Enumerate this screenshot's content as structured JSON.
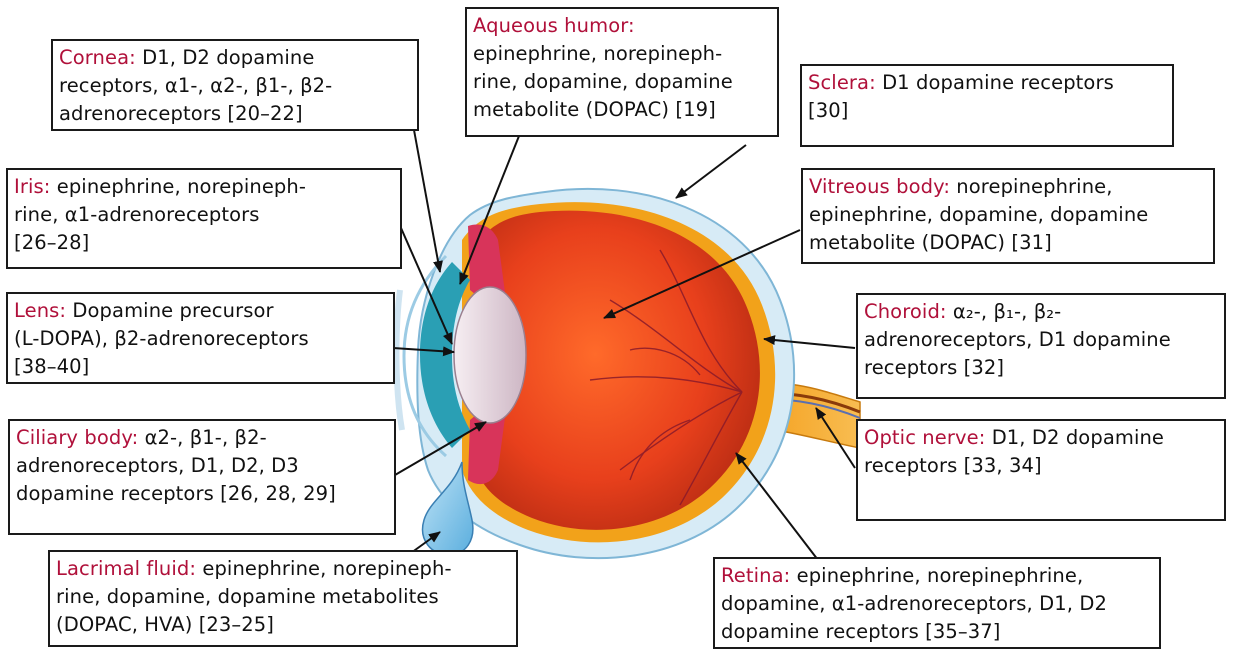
{
  "labels": {
    "cornea": {
      "title": "Cornea:",
      "lines": [
        " D1, D2 dopamine",
        "receptors, α1-, α2-, β1-, β2-",
        "adrenoreceptors [20–22]"
      ]
    },
    "aqueous": {
      "title": "Aqueous humor:",
      "lines": [
        "",
        "epinephrine, norepineph-",
        "rine, dopamine, dopamine",
        "metabolite (DOPAC) [19]"
      ]
    },
    "sclera": {
      "title": "Sclera:",
      "lines": [
        " D1 dopamine receptors",
        "[30]"
      ]
    },
    "iris": {
      "title": "Iris:",
      "lines": [
        " epinephrine, norepineph-",
        "rine, α1-adrenoreceptors",
        "[26–28]"
      ]
    },
    "vitreous": {
      "title": "Vitreous body:",
      "lines": [
        " norepinephrine,",
        "epinephrine, dopamine, dopamine",
        "metabolite (DOPAC) [31]"
      ]
    },
    "lens": {
      "title": "Lens:",
      "lines": [
        " Dopamine precursor",
        "(L-DOPA), β2-adrenoreceptors",
        "[38–40]"
      ]
    },
    "choroid": {
      "title": "Choroid:",
      "lines": [
        " α₂-, β₁-, β₂-",
        "adrenoreceptors, D1 dopamine",
        "receptors [32]"
      ]
    },
    "ciliary": {
      "title": "Ciliary body:",
      "lines": [
        " α2-, β1-, β2-",
        "adrenoreceptors, D1, D2, D3",
        "dopamine receptors [26, 28, 29]"
      ]
    },
    "optic": {
      "title": "Optic nerve:",
      "lines": [
        " D1, D2 dopamine",
        "receptors [33, 34]"
      ]
    },
    "lacrimal": {
      "title": "Lacrimal fluid:",
      "lines": [
        " epinephrine, norepineph-",
        "rine, dopamine, dopamine metabolites",
        "(DOPAC, HVA) [23–25]"
      ]
    },
    "retina": {
      "title": "Retina:",
      "lines": [
        " epinephrine, norepinephrine,",
        "dopamine, α1-adrenoreceptors, D1, D2",
        "dopamine receptors [35–37]"
      ]
    }
  },
  "colors": {
    "title_text": "#b0103a",
    "sclera": "#d7ebf6",
    "eyeball": "#e8401c",
    "cornea_teal": "#2a9fb4",
    "lens": "#e9d9e3",
    "optic_nerve": "#f4a81c",
    "tear_drop": "#7fc3e8"
  },
  "icons": [
    "eye-anatomy-illustration",
    "tear-drop-icon"
  ]
}
